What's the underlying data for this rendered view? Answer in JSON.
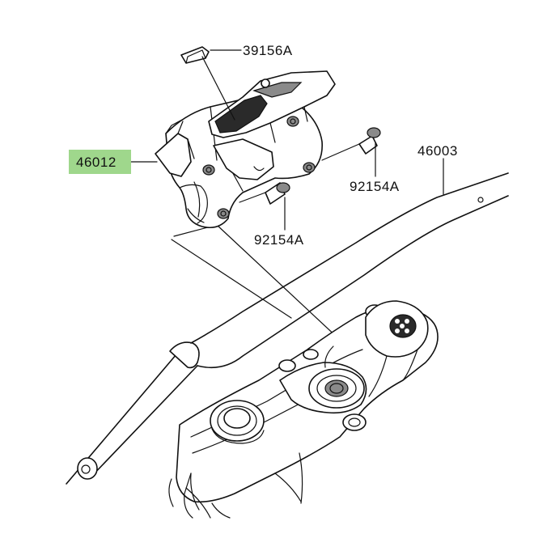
{
  "labels": {
    "part_39156a": "39156A",
    "part_46012": "46012",
    "part_92154a_upper": "92154A",
    "part_92154a_lower": "92154A",
    "part_46003": "46003"
  },
  "colors": {
    "highlight": "#9fd78c",
    "line": "#111111",
    "background": "#ffffff"
  }
}
